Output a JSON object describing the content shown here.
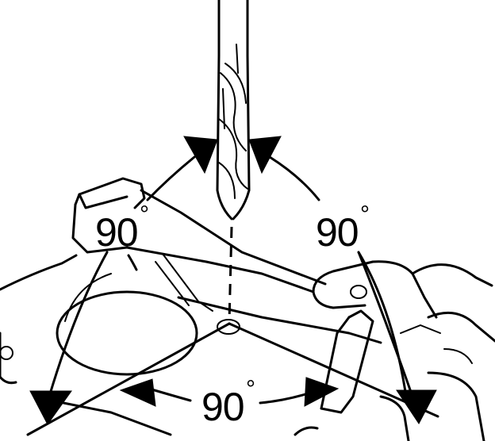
{
  "angle_labels": {
    "upper_left": {
      "value": "90",
      "unit": "°"
    },
    "upper_right": {
      "value": "90",
      "unit": "°"
    },
    "bottom": {
      "value": "90",
      "unit": "°"
    }
  },
  "colors": {
    "ink": "#000000",
    "background": "#ffffff"
  }
}
